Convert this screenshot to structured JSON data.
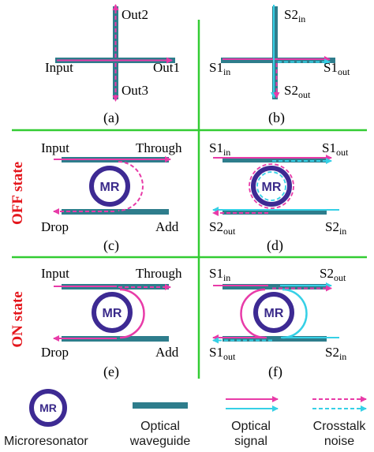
{
  "colors": {
    "waveguide": "#2e7d8c",
    "signal_magenta": "#e83ba8",
    "signal_cyan": "#36d0e6",
    "microresonator": "#3d2a93",
    "divider": "#33cc33",
    "state_label": "#e4161c"
  },
  "panel_a": {
    "top": "Out2",
    "left": "Input",
    "right": "Out1",
    "bottom": "Out3",
    "caption": "(a)"
  },
  "panel_b": {
    "top": {
      "base": "S2",
      "sub": "in"
    },
    "left": {
      "base": "S1",
      "sub": "in"
    },
    "right": {
      "base": "S1",
      "sub": "out"
    },
    "bottom": {
      "base": "S2",
      "sub": "out"
    },
    "caption": "(b)"
  },
  "off_state_label": "OFF state",
  "on_state_label": "ON state",
  "panel_c": {
    "top_left": "Input",
    "top_right": "Through",
    "bottom_left": "Drop",
    "bottom_right": "Add",
    "mr": "MR",
    "caption": "(c)"
  },
  "panel_d": {
    "top_left": {
      "base": "S1",
      "sub": "in"
    },
    "top_right": {
      "base": "S1",
      "sub": "out"
    },
    "bottom_left": {
      "base": "S2",
      "sub": "out"
    },
    "bottom_right": {
      "base": "S2",
      "sub": "in"
    },
    "mr": "MR",
    "caption": "(d)"
  },
  "panel_e": {
    "top_left": "Input",
    "top_right": "Through",
    "bottom_left": "Drop",
    "bottom_right": "Add",
    "mr": "MR",
    "caption": "(e)"
  },
  "panel_f": {
    "top_left": {
      "base": "S1",
      "sub": "in"
    },
    "top_right": {
      "base": "S2",
      "sub": "out"
    },
    "bottom_left": {
      "base": "S1",
      "sub": "out"
    },
    "bottom_right": {
      "base": "S2",
      "sub": "in"
    },
    "mr": "MR",
    "caption": "(f)"
  },
  "legend": {
    "mr": "MR",
    "microresonator": "Microresonator",
    "waveguide_line1": "Optical",
    "waveguide_line2": "waveguide",
    "signal_line1": "Optical",
    "signal_line2": "signal",
    "noise_line1": "Crosstalk",
    "noise_line2": "noise"
  }
}
